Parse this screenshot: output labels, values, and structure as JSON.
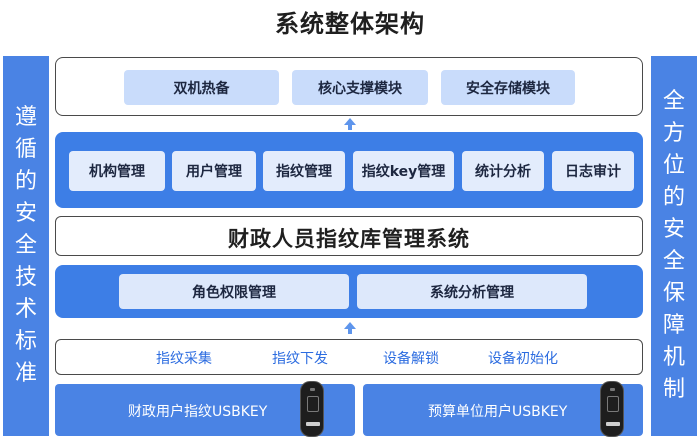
{
  "title": "系统整体架构",
  "left_side": [
    "遵",
    "循",
    "的",
    "安",
    "全",
    "技",
    "术",
    "标",
    "准"
  ],
  "right_side": [
    "全",
    "方",
    "位",
    "的",
    "安",
    "全",
    "保",
    "障",
    "机",
    "制"
  ],
  "top_layer": [
    "双机热备",
    "核心支撑模块",
    "安全存储模块"
  ],
  "mgmt_layer": [
    "机构管理",
    "用户管理",
    "指纹管理",
    "指纹key管理",
    "统计分析",
    "日志审计"
  ],
  "system_name": "财政人员指纹库管理系统",
  "role_layer": [
    "角色权限管理",
    "系统分析管理"
  ],
  "functions": [
    "指纹采集",
    "指纹下发",
    "设备解锁",
    "设备初始化"
  ],
  "usb": [
    "财政用户指纹USBKEY",
    "预算单位用户USBKEY"
  ],
  "colors": {
    "side_blue": "#4a83e4",
    "bar_blue": "#3d7ee6",
    "chip": "#c9dcfb",
    "text_blue": "#2c6ce0"
  }
}
